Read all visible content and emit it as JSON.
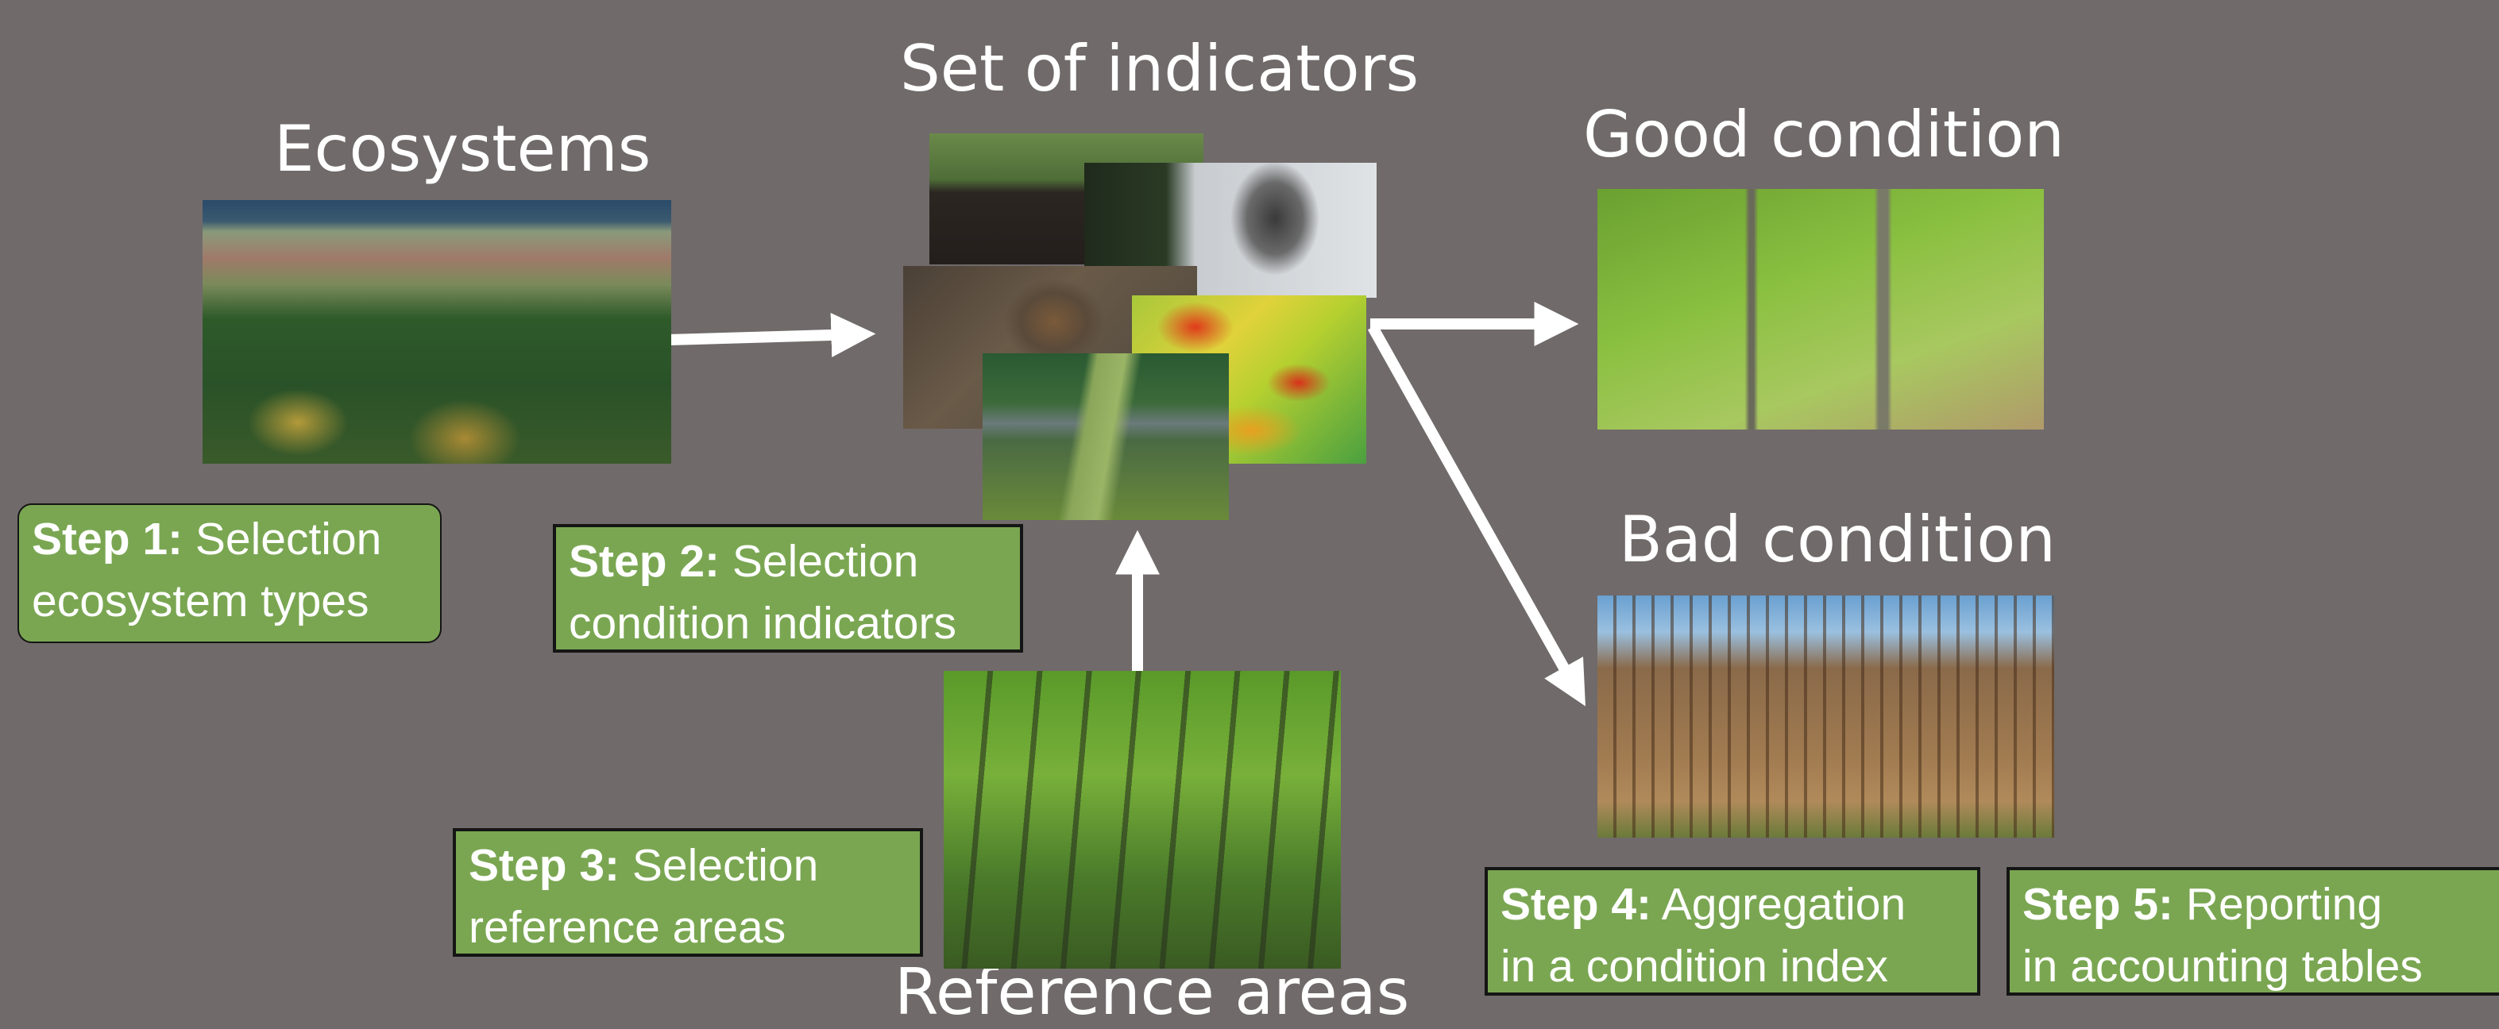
{
  "headings": {
    "ecosystems": "Ecosystems",
    "indicators": "Set of indicators",
    "good": "Good condition",
    "bad": "Bad condition",
    "reference": "Reference areas"
  },
  "steps": [
    {
      "label": "Step 1:",
      "line1": "Selection",
      "line2": "ecosystem types"
    },
    {
      "label": "Step 2:",
      "line1": "Selection",
      "line2": "condition indicators"
    },
    {
      "label": "Step 3:",
      "line1": "Selection",
      "line2": "reference areas"
    },
    {
      "label": "Step 4:",
      "line1": "Aggregation",
      "line2": "in a condition index"
    },
    {
      "label": "Step 5:",
      "line1": "Reporting",
      "line2": "in accounting tables"
    }
  ],
  "colors": {
    "background": "#706a6a",
    "step_box": "#7aa652",
    "arrow": "#ffffff"
  }
}
